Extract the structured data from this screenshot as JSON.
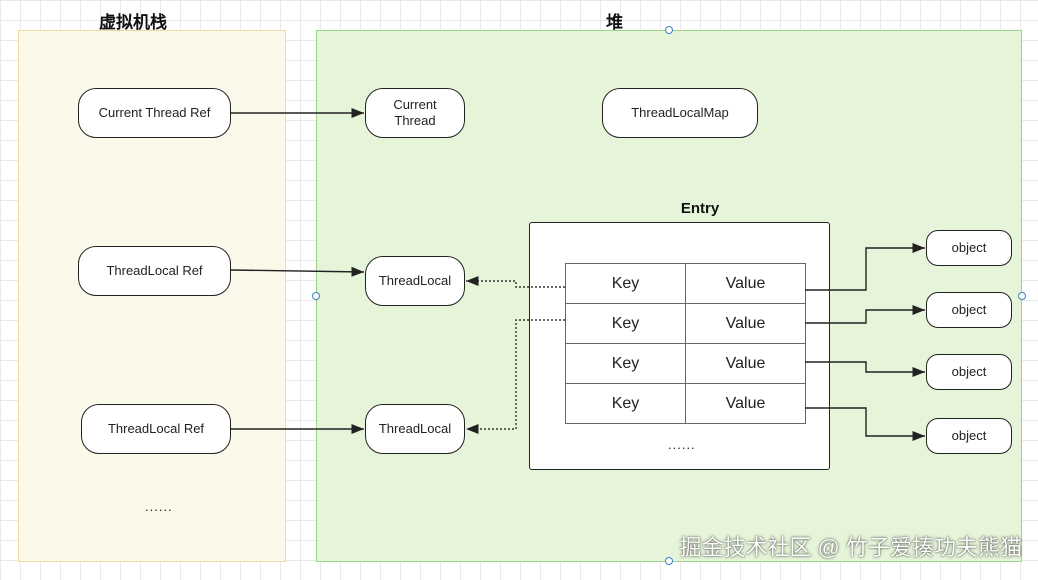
{
  "stack": {
    "title": "虚拟机栈",
    "current_thread_ref": "Current Thread Ref",
    "threadlocal_ref_1": "ThreadLocal Ref",
    "threadlocal_ref_2": "ThreadLocal Ref",
    "more": "......"
  },
  "heap": {
    "title": "堆",
    "current_thread": "Current Thread",
    "threadlocalmap": "ThreadLocalMap",
    "threadlocal_1": "ThreadLocal",
    "threadlocal_2": "ThreadLocal",
    "entry": {
      "title": "Entry",
      "rows": [
        {
          "key": "Key",
          "value": "Value"
        },
        {
          "key": "Key",
          "value": "Value"
        },
        {
          "key": "Key",
          "value": "Value"
        },
        {
          "key": "Key",
          "value": "Value"
        }
      ],
      "more": "......"
    },
    "objects": [
      "object",
      "object",
      "object",
      "object"
    ]
  },
  "colors": {
    "stack_fill": "#fbf9e9",
    "stack_border": "#f0dca0",
    "heap_fill": "#e6f5d9",
    "heap_border": "#9ed48a",
    "selection_handle": "#3b82c4"
  },
  "watermark": "掘金技术社区 @ 竹子爱揍功夫熊猫"
}
